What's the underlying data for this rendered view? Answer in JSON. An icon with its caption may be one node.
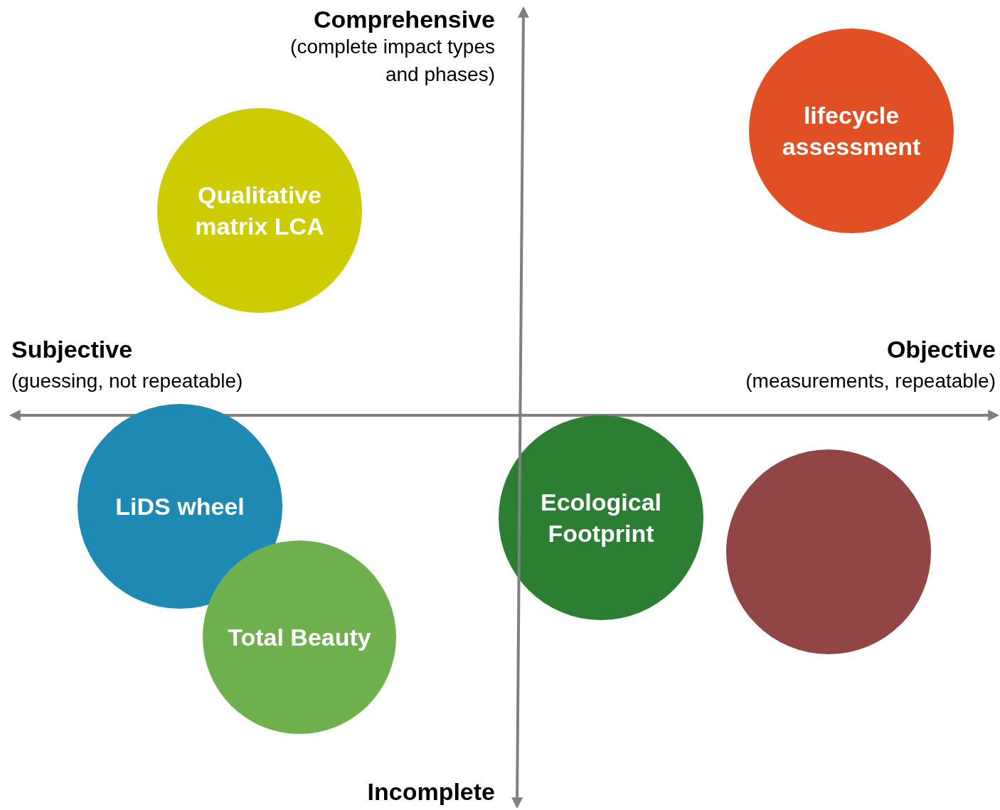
{
  "diagram": {
    "nodes": [
      {
        "text": [
          "lifecycle assessment"
        ]
      },
      {
        "text": [
          "Qualitative matrix LCA"
        ]
      },
      {
        "text": [
          "LiDS wheel"
        ]
      },
      {
        "text": [
          "Ecological Footprint"
        ]
      },
      {
        "text": [],
        "shape": "circle"
      },
      {
        "text": [
          "Total Beauty"
        ]
      }
    ],
    "labels": [
      "Comprehensive",
      "(complete impact types and phases)",
      "Subjective",
      "(guessing, not repeatable)",
      "Objective",
      "(measurements, repeatable)",
      "Incomplete"
    ]
  }
}
